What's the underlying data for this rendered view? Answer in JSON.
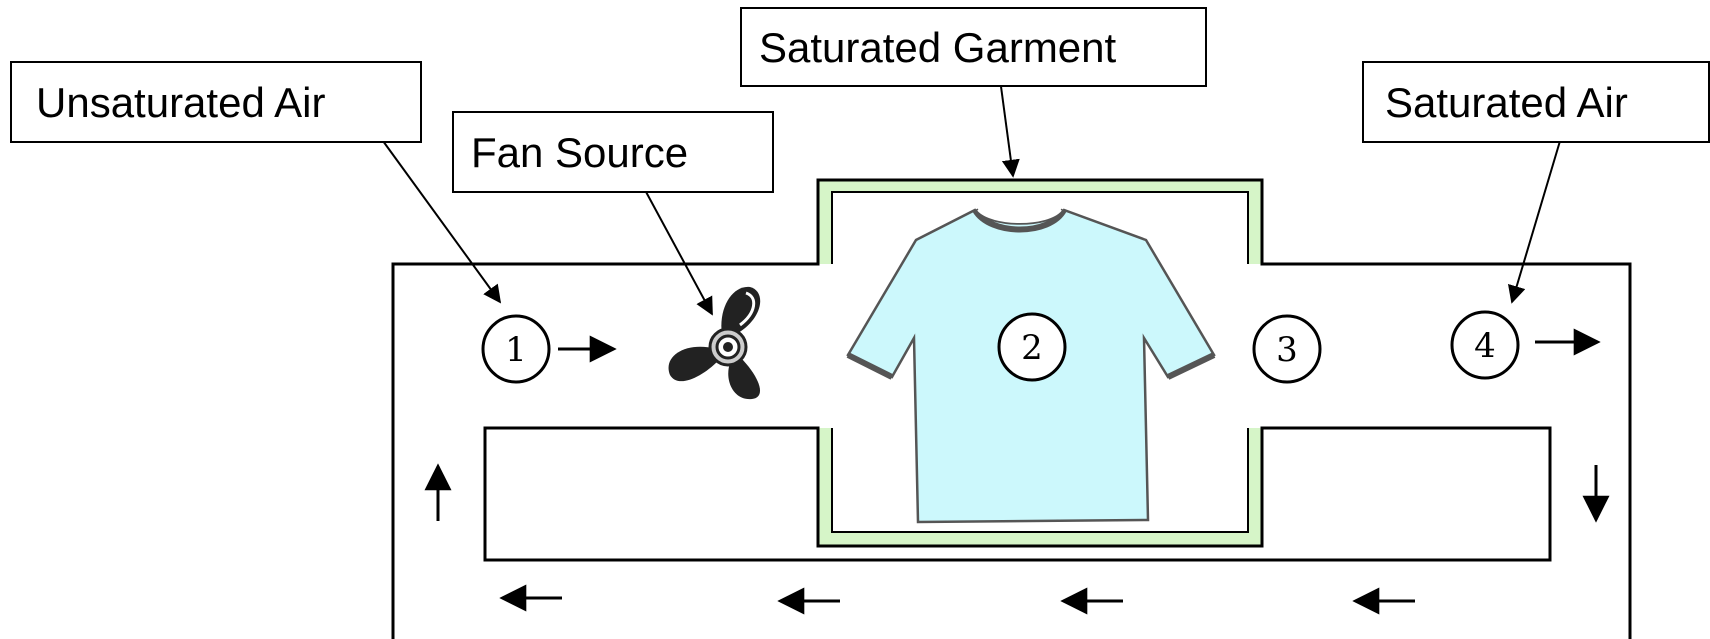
{
  "labels": {
    "unsaturated_air": "Unsaturated Air",
    "fan_source": "Fan Source",
    "saturated_garment": "Saturated Garment",
    "saturated_air": "Saturated Air"
  },
  "stations": [
    "1",
    "2",
    "3",
    "4"
  ],
  "icons": {
    "fan": "fan-icon",
    "garment": "tshirt-icon",
    "flow_arrow": "arrow-icon"
  },
  "colors": {
    "garment_fill": "#ccf8fc",
    "chamber_lining": "#d6f5c8"
  }
}
